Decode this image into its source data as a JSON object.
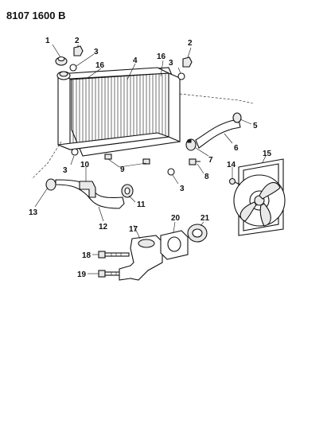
{
  "diagram": {
    "header": "8107 1600 B",
    "callouts": [
      {
        "id": "c1",
        "text": "1"
      },
      {
        "id": "c2a",
        "text": "2"
      },
      {
        "id": "c2b",
        "text": "2"
      },
      {
        "id": "c3a",
        "text": "3"
      },
      {
        "id": "c3b",
        "text": "3"
      },
      {
        "id": "c3c",
        "text": "3"
      },
      {
        "id": "c3d",
        "text": "3"
      },
      {
        "id": "c4",
        "text": "4"
      },
      {
        "id": "c5",
        "text": "5"
      },
      {
        "id": "c6",
        "text": "6"
      },
      {
        "id": "c7",
        "text": "7"
      },
      {
        "id": "c8",
        "text": "8"
      },
      {
        "id": "c9",
        "text": "9"
      },
      {
        "id": "c10",
        "text": "10"
      },
      {
        "id": "c11",
        "text": "11"
      },
      {
        "id": "c12",
        "text": "12"
      },
      {
        "id": "c13",
        "text": "13"
      },
      {
        "id": "c14",
        "text": "14"
      },
      {
        "id": "c15",
        "text": "15"
      },
      {
        "id": "c16a",
        "text": "16"
      },
      {
        "id": "c16b",
        "text": "16"
      },
      {
        "id": "c17",
        "text": "17"
      },
      {
        "id": "c18",
        "text": "18"
      },
      {
        "id": "c19",
        "text": "19"
      },
      {
        "id": "c20",
        "text": "20"
      },
      {
        "id": "c21",
        "text": "21"
      }
    ]
  }
}
